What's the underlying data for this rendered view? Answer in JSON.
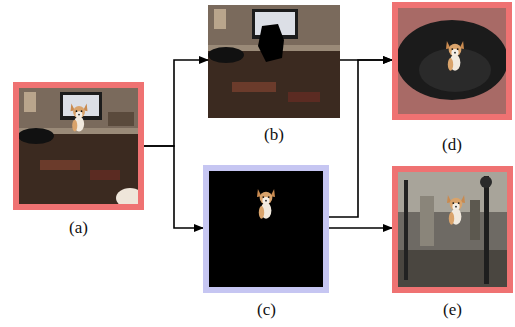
{
  "diagram": {
    "nodes": [
      {
        "text": [
          "(a)"
        ]
      },
      {
        "text": [
          "(b)"
        ]
      },
      {
        "text": [
          "(c)"
        ]
      },
      {
        "text": [
          "(d)"
        ]
      },
      {
        "text": [
          "(e)"
        ]
      }
    ],
    "edges": [
      {
        "from": 0,
        "to": 1,
        "arrow": "to"
      },
      {
        "from": 0,
        "to": 2,
        "arrow": "to"
      },
      {
        "from": 1,
        "to": 3,
        "arrow": "to"
      },
      {
        "from": 2,
        "to": 3,
        "arrow": "to"
      },
      {
        "from": 2,
        "to": 4,
        "arrow": "to"
      }
    ]
  }
}
